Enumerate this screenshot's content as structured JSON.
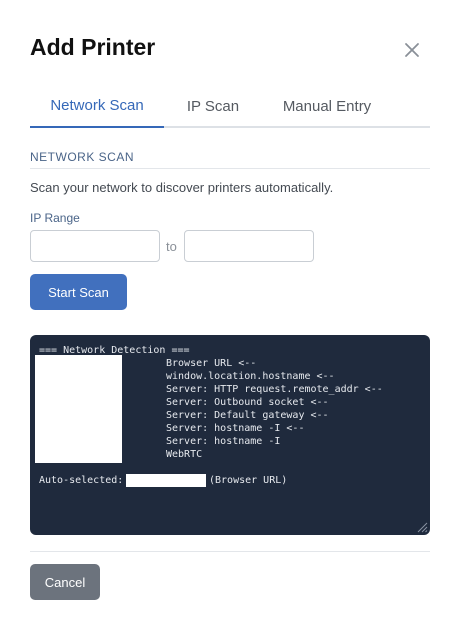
{
  "dialog": {
    "title": "Add Printer",
    "close_icon": "close-icon"
  },
  "tabs": [
    {
      "label": "Network Scan",
      "active": true
    },
    {
      "label": "IP Scan",
      "active": false
    },
    {
      "label": "Manual Entry",
      "active": false
    }
  ],
  "network_scan": {
    "section_title": "NETWORK SCAN",
    "description": "Scan your network to discover printers automatically.",
    "ip_range_label": "IP Range",
    "range_start_value": "",
    "range_end_value": "",
    "to_text": "to",
    "start_button": "Start Scan"
  },
  "console": {
    "header": "=== Network Detection ===",
    "lines": [
      "Browser URL <--",
      "window.location.hostname <--",
      "Server: HTTP request.remote_addr <--",
      "Server: Outbound socket <--",
      "Server: Default gateway <--",
      "Server: hostname -I <--",
      "Server: hostname -I",
      "WebRTC"
    ],
    "auto_selected_label": "Auto-selected:",
    "auto_selected_source": "(Browser URL)"
  },
  "footer": {
    "cancel_button": "Cancel"
  },
  "colors": {
    "accent": "#3568b8",
    "primary_button": "#4170be",
    "secondary_button": "#6c737d",
    "console_bg": "#1f2a3d"
  }
}
